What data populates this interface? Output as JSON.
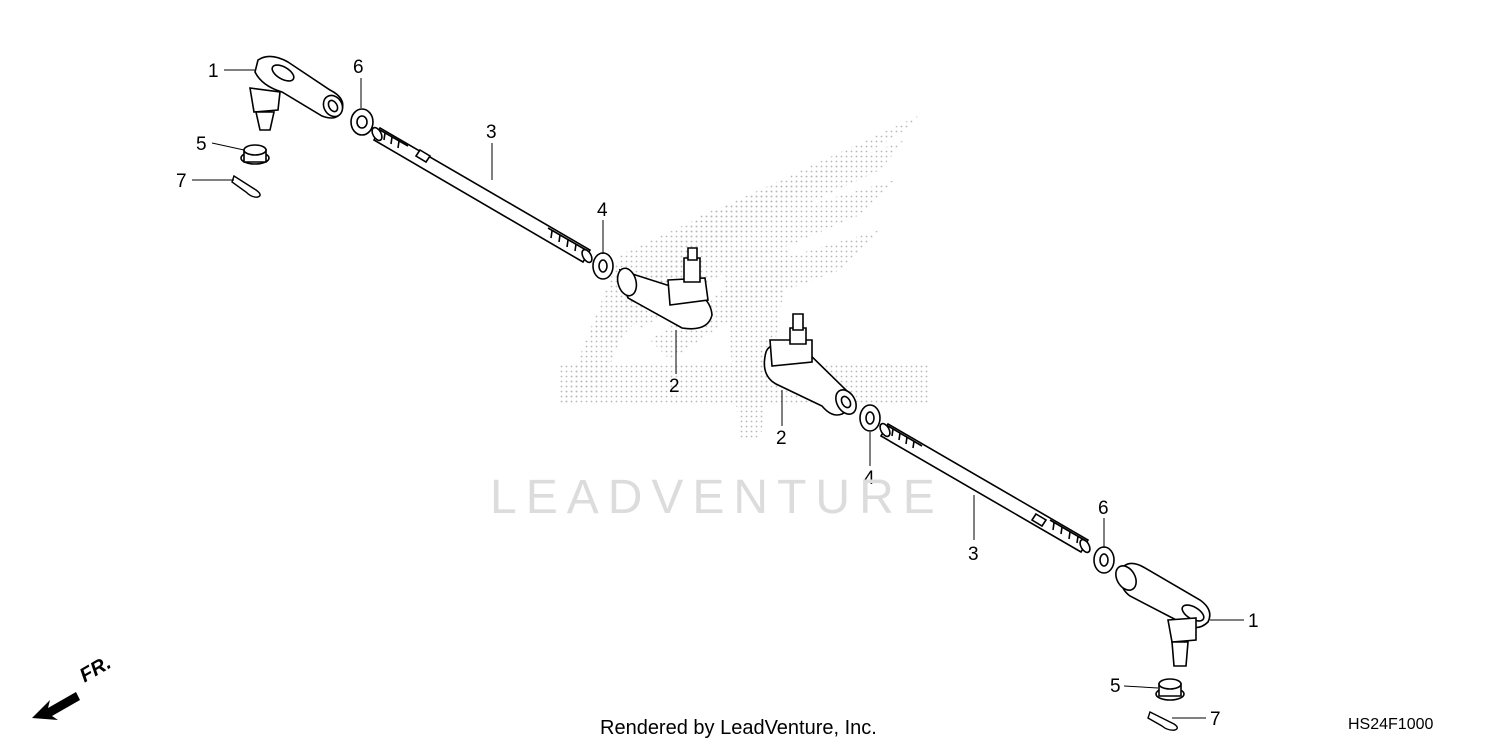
{
  "watermark": {
    "text": "LEADVENTURE"
  },
  "footer": {
    "rendered_by": "Rendered by LeadVenture, Inc.",
    "diagram_code": "HS24F1000"
  },
  "direction": {
    "label": "FR."
  },
  "callouts": [
    "1",
    "2",
    "3",
    "4",
    "5",
    "6",
    "7",
    "1",
    "2",
    "3",
    "4",
    "5",
    "6",
    "7"
  ],
  "colors": {
    "line": "#000000",
    "watermark": "#dcdcdc",
    "background": "#ffffff"
  }
}
